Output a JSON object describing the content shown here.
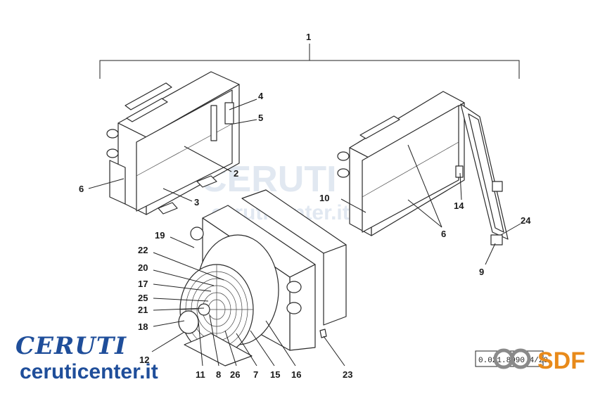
{
  "callouts": {
    "c1": "1",
    "c2": "2",
    "c3": "3",
    "c4": "4",
    "c5": "5",
    "c6a": "6",
    "c6b": "6",
    "c7": "7",
    "c8": "8",
    "c9": "9",
    "c10": "10",
    "c11": "11",
    "c12": "12",
    "c14": "14",
    "c15": "15",
    "c16": "16",
    "c17": "17",
    "c18": "18",
    "c19": "19",
    "c20": "20",
    "c21": "21",
    "c22": "22",
    "c23": "23",
    "c24": "24",
    "c25": "25",
    "c26": "26"
  },
  "watermark": {
    "main": "CERUTI",
    "sub": "ceruticenter.it"
  },
  "logo": {
    "brand": "CERUTI",
    "url": "ceruticenter.it"
  },
  "sdf": {
    "brand": "SDF",
    "ref": "0.021.8990.4/20"
  },
  "colors": {
    "brand_blue": "#1f4e9a",
    "sdf_orange": "#e88a1a",
    "sdf_gray": "#8a8a8a"
  }
}
